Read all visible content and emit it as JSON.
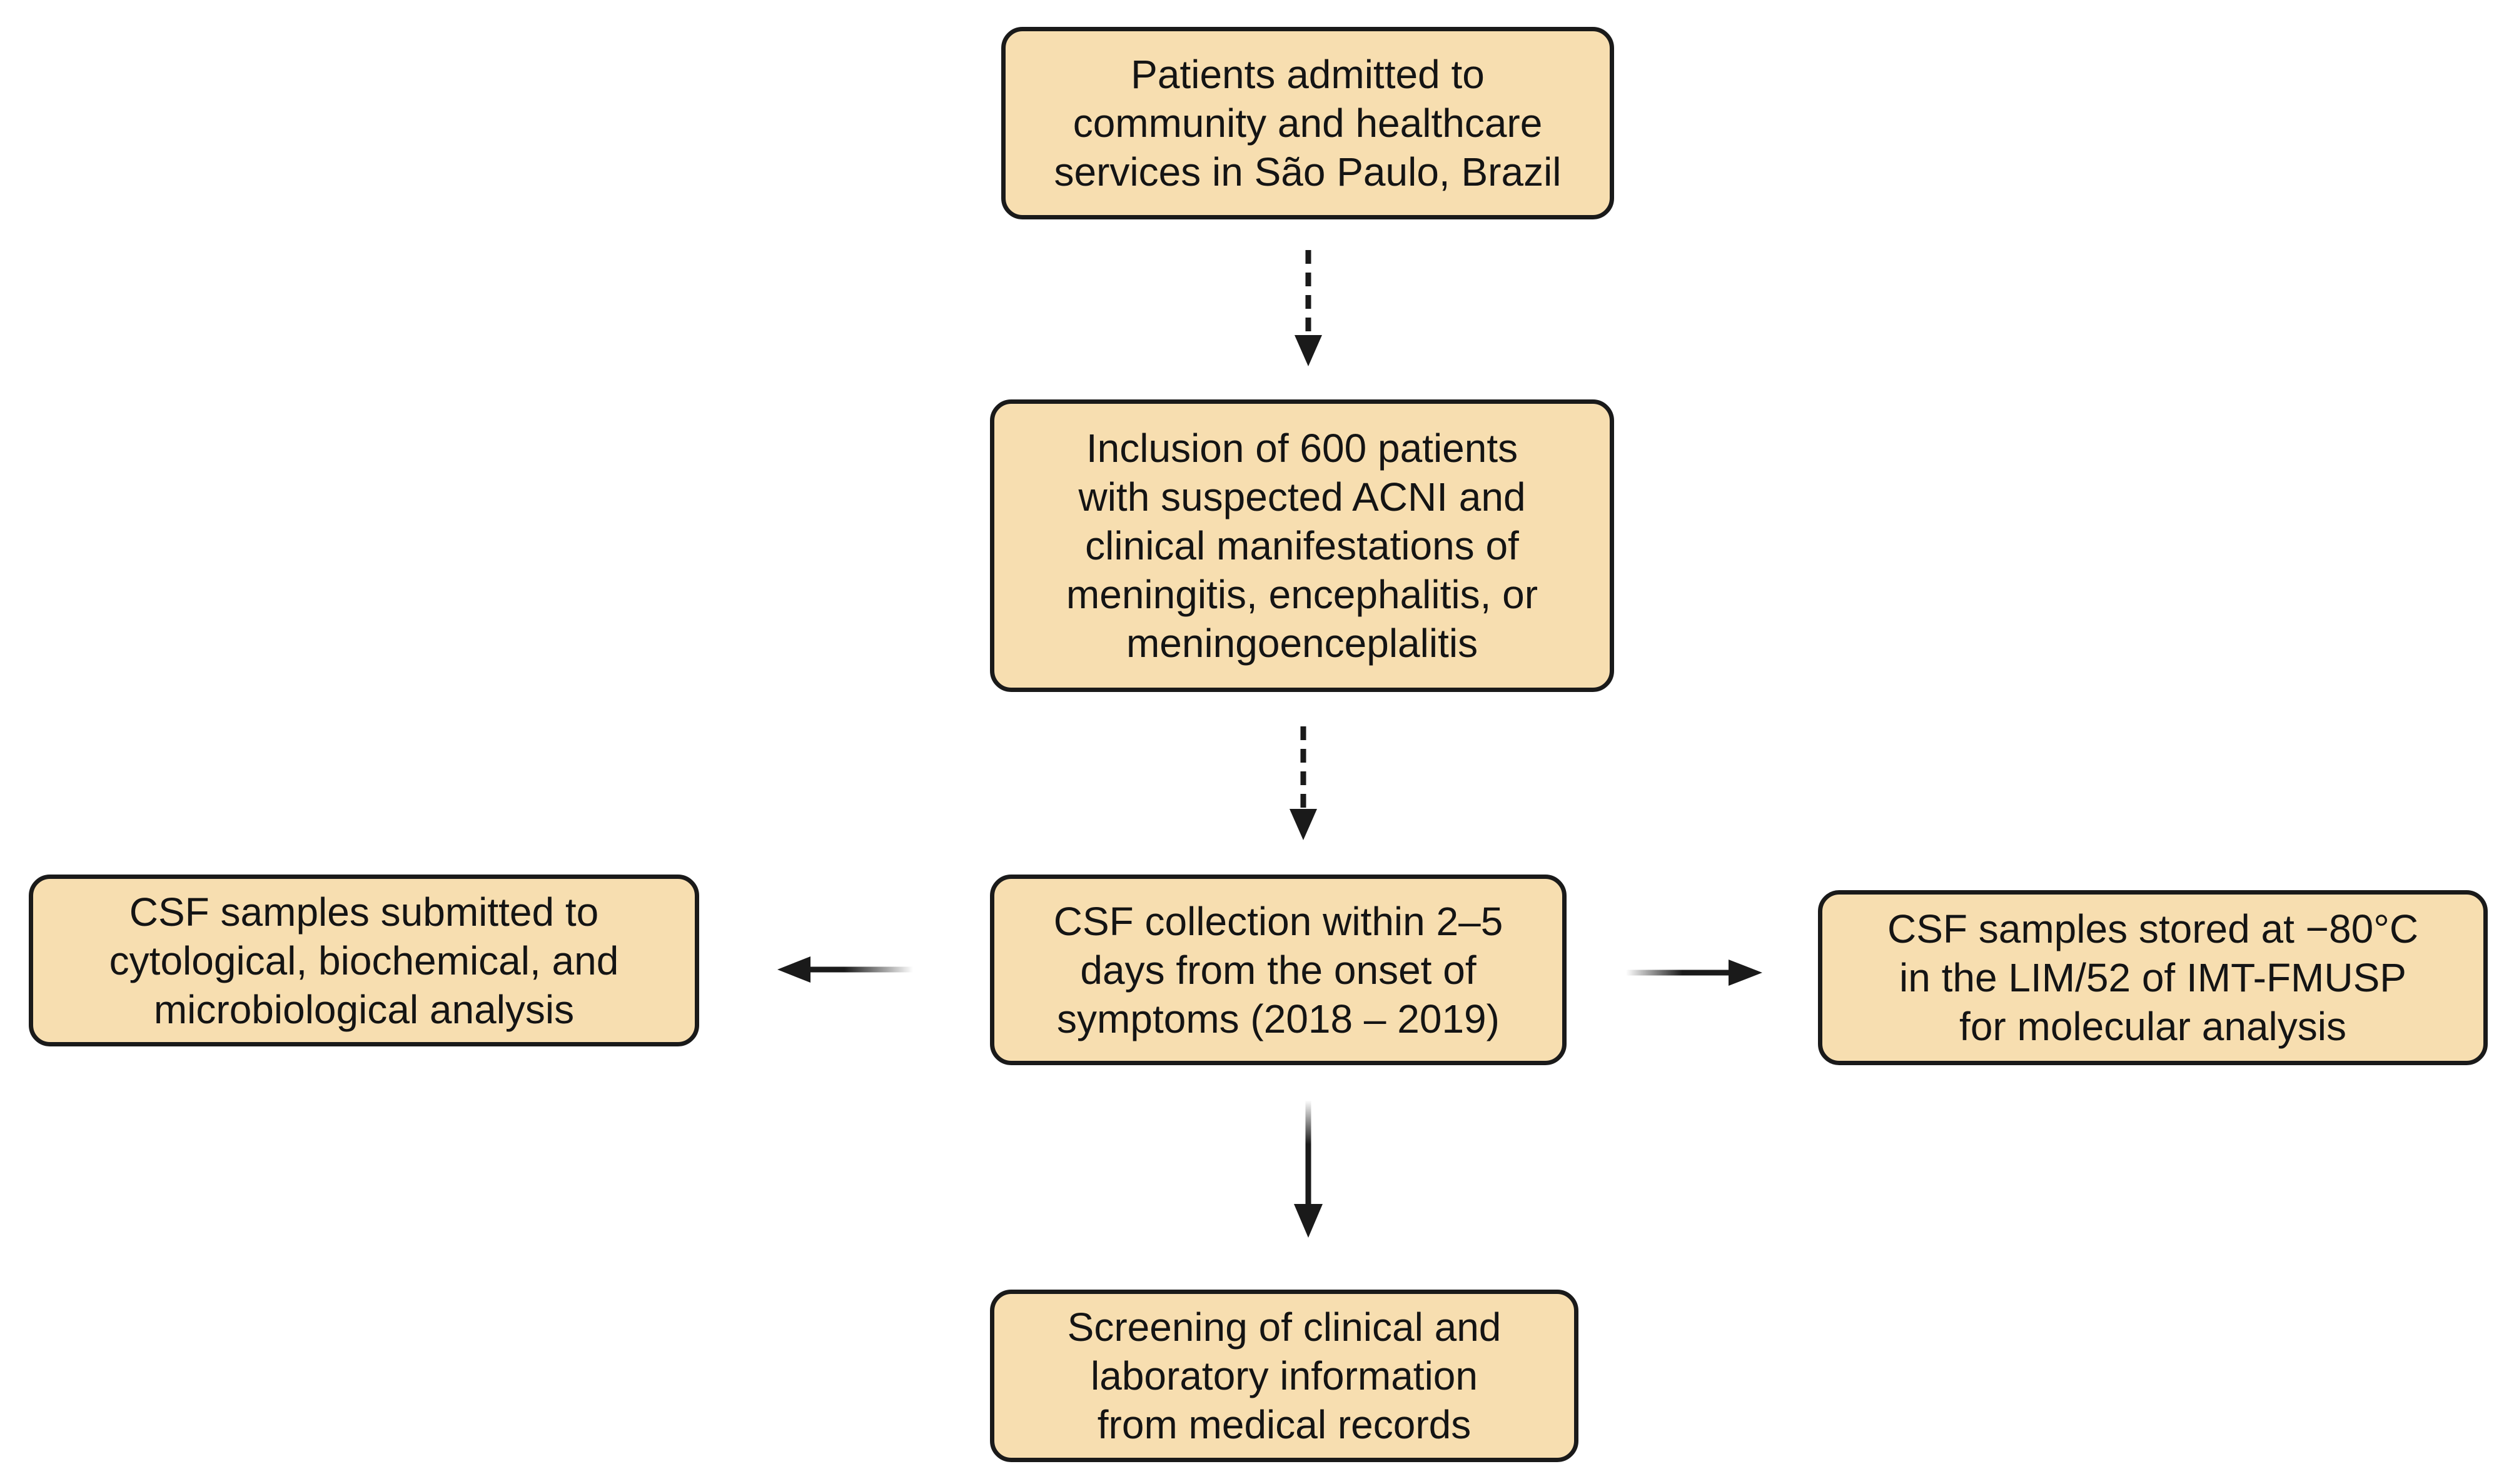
{
  "diagram": {
    "colors": {
      "box_fill": "#f7deb0",
      "box_border": "#1a1a1a",
      "arrow": "#1a1a1a",
      "text": "#141414"
    },
    "nodes": {
      "patients_admitted": {
        "lines": [
          "Patients admitted to",
          "community and healthcare",
          "services in São Paulo, Brazil"
        ]
      },
      "inclusion": {
        "lines": [
          "Inclusion of 600 patients",
          "with suspected ACNI and",
          "clinical manifestations of",
          "meningitis, encephalitis, or",
          "meningoenceplalitis"
        ]
      },
      "csf_collection": {
        "lines": [
          "CSF collection within 2–5",
          "days from the onset of",
          "symptoms (2018 – 2019)"
        ]
      },
      "csf_analysis": {
        "lines": [
          "CSF samples submitted to",
          "cytological, biochemical, and",
          "microbiological analysis"
        ]
      },
      "csf_stored": {
        "lines": [
          "CSF samples stored at −80°C",
          "in the LIM/52 of IMT-FMUSP",
          "for molecular analysis"
        ]
      },
      "screening": {
        "lines": [
          "Screening of clinical and",
          "laboratory information",
          "from medical records"
        ]
      }
    },
    "edges": [
      {
        "from": "patients_admitted",
        "to": "inclusion",
        "style": "dashed"
      },
      {
        "from": "inclusion",
        "to": "csf_collection",
        "style": "dashed"
      },
      {
        "from": "csf_collection",
        "to": "csf_analysis",
        "style": "solid"
      },
      {
        "from": "csf_collection",
        "to": "csf_stored",
        "style": "solid"
      },
      {
        "from": "csf_collection",
        "to": "screening",
        "style": "solid"
      }
    ]
  }
}
